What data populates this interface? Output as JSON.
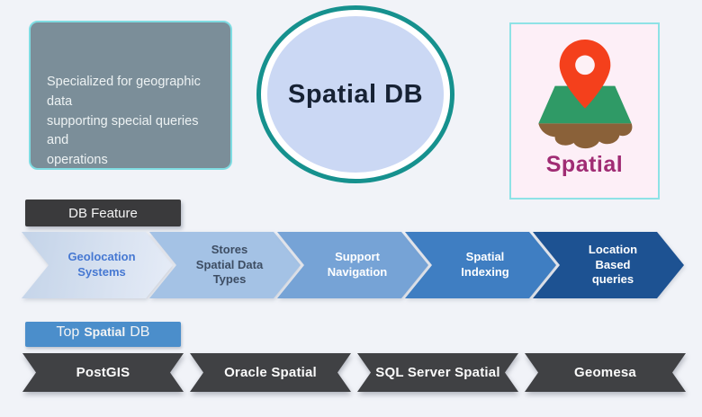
{
  "colors": {
    "background": "#f1f3f8",
    "teal_ring": "#16918e",
    "cyan_border": "#7fdce2",
    "card_gray": "#7b8e99",
    "circle_fill": "#cbd8f4",
    "pink_panel": "#fdeff7",
    "pin_red": "#f4401c",
    "land_green": "#2f9a66",
    "soil_brown": "#8a6139",
    "caption_magenta": "#a02c74",
    "banner_dark": "#404144",
    "header_blue": "#4b8ecb"
  },
  "intro_card": {
    "text": "Specialized for geographic data\nsupporting special queries and\noperations"
  },
  "title_circle": {
    "label": "Spatial DB"
  },
  "spatial_figure": {
    "caption": "Spatial",
    "icon": "map-pin-over-land-icon"
  },
  "feature_section": {
    "header": "DB Feature",
    "steps": [
      {
        "label": "Geolocation\nSystems",
        "bg": "linear-gradient(100deg, #c3d3e8, #e6ecf7)",
        "fg": "#4678d2"
      },
      {
        "label": "Stores\nSpatial Data\nTypes",
        "bg": "#a4c2e5",
        "fg": "#3d4d63"
      },
      {
        "label": "Support\nNavigation",
        "bg": "#76a3d6",
        "fg": "#ffffff"
      },
      {
        "label": "Spatial\nIndexing",
        "bg": "#3f7ec2",
        "fg": "#ffffff"
      },
      {
        "label": "Location\nBased\nqueries",
        "bg": "#1d5292",
        "fg": "#ffffff"
      }
    ]
  },
  "top_db_section": {
    "header_top": "Top",
    "header_mid": "Spatial",
    "header_end": "DB",
    "databases": [
      {
        "name": "PostGIS"
      },
      {
        "name": "Oracle Spatial"
      },
      {
        "name": "SQL Server Spatial"
      },
      {
        "name": "Geomesa"
      }
    ]
  }
}
